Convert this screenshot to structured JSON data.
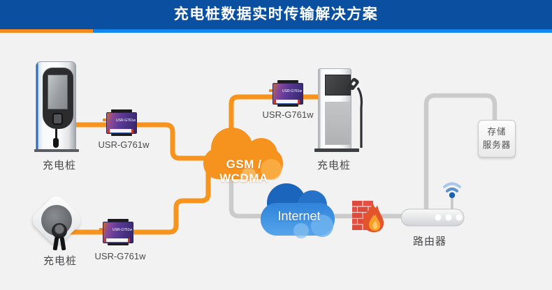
{
  "header": {
    "title": "充电桩数据实时传输解决方案"
  },
  "colors": {
    "header-blue": "#0B4FA0",
    "stripe-orange": "#F68A1D",
    "stripe-blue": "#1287EF",
    "line-orange": "#F7941E",
    "line-gray": "#CBCBCB",
    "bg": "#F2F2F3",
    "label-gray": "#4A4A4C",
    "cloud-orange": "#F6921E",
    "cloud-blue": "#2F86DD"
  },
  "nodes": {
    "pile1": {
      "label": "充电桩"
    },
    "module1": {
      "label": "USR-G761w"
    },
    "pile2": {
      "label": "充电桩"
    },
    "module2": {
      "label": "USR-G761w"
    },
    "module3": {
      "label": "USR-G761w"
    },
    "pile3": {
      "label": "充电桩"
    },
    "gsm_cloud": {
      "label": "GSM / WCDMA"
    },
    "internet_cloud": {
      "label": "Internet"
    },
    "router": {
      "label": "路由器"
    },
    "server": {
      "line1": "存储",
      "line2": "服务器"
    }
  }
}
